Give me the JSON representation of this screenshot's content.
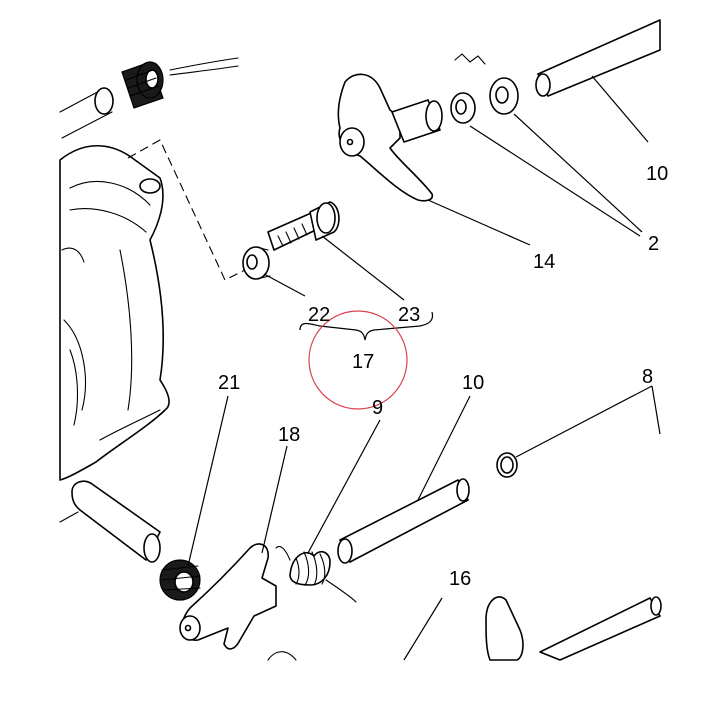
{
  "callouts": {
    "c10_top": "10",
    "c2_top": "2",
    "c14": "14",
    "c22": "22",
    "c23": "23",
    "c17": "17",
    "c21": "21",
    "c18": "18",
    "c9": "9",
    "c10_mid": "10",
    "c8": "8",
    "c16": "16"
  },
  "highlight": {
    "target": "17",
    "color": "#d9434f"
  }
}
